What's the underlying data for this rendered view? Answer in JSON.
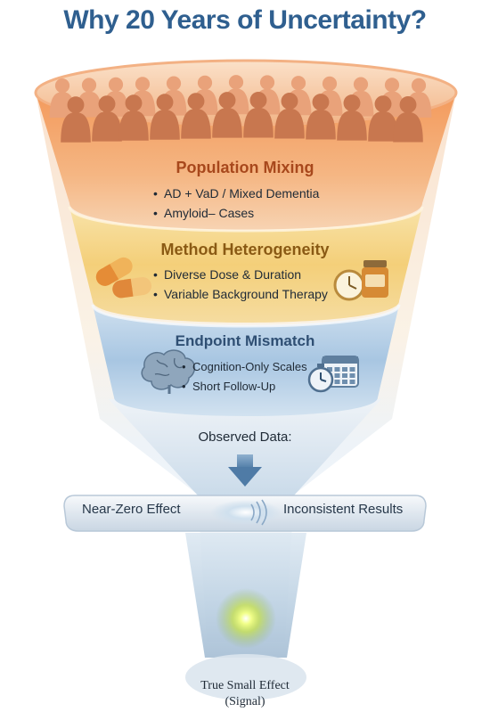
{
  "title": "Why 20 Years of Uncertainty?",
  "layers": [
    {
      "title": "Population Mixing",
      "bullets": [
        "AD + VaD / Mixed Dementia",
        "Amyloid– Cases"
      ],
      "title_color": "#a8481c"
    },
    {
      "title": "Method Heterogeneity",
      "bullets": [
        "Diverse Dose & Duration",
        "Variable Background Therapy"
      ],
      "title_color": "#8a5a14"
    },
    {
      "title": "Endpoint Mismatch",
      "bullets": [
        "Cognition-Only Scales",
        "Short Follow-Up"
      ],
      "title_color": "#2f4f73"
    }
  ],
  "observed_label": "Observed Data:",
  "results": {
    "left": "Near-Zero Effect",
    "right": "Inconsistent Results"
  },
  "signal": {
    "line1": "True Small Effect",
    "line2": "(Signal)"
  },
  "icons": [
    "crowd-icon",
    "pills-icon",
    "clock-icon",
    "bottle-icon",
    "brain-icon",
    "stopwatch-icon",
    "calendar-icon",
    "down-arrow-icon",
    "wave-icon",
    "glow-icon"
  ],
  "colors": {
    "title": "#2f5f8f",
    "band_orange": "#f0a064",
    "band_gold": "#f2cf7a",
    "band_blue": "#a9c7e2",
    "signal_glow": "#d8f25a"
  }
}
